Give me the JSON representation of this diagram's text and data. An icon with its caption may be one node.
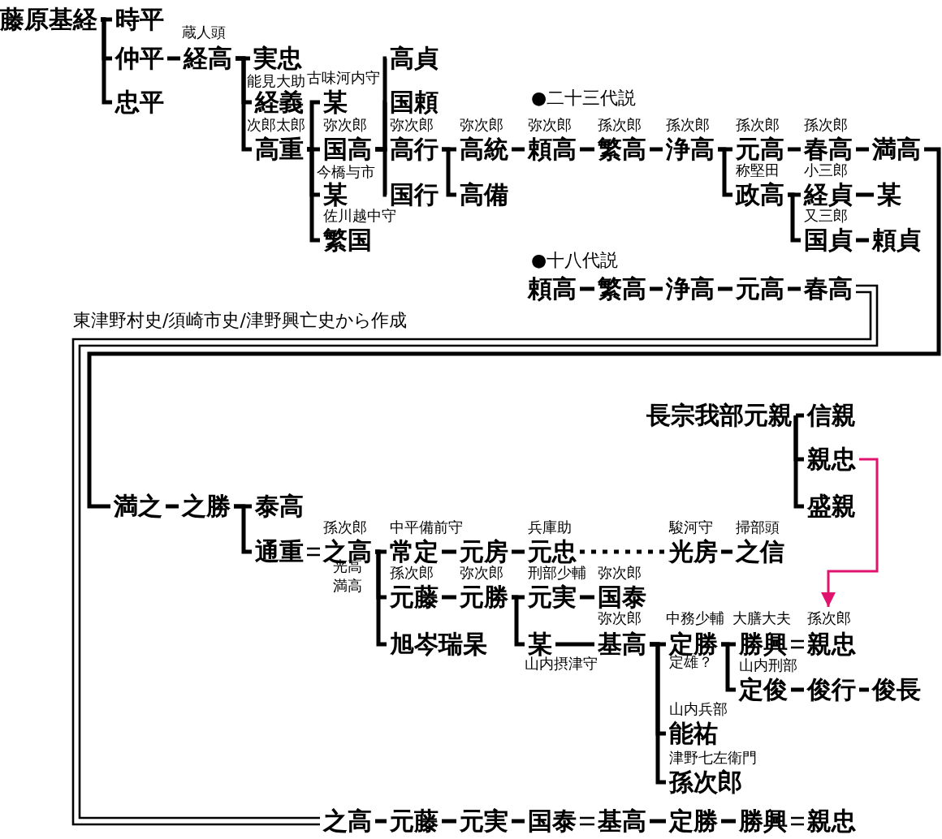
{
  "diagram": {
    "nodes": [
      {
        "text": [
          "藤原基経"
        ]
      },
      {
        "text": [
          "時平"
        ]
      },
      {
        "text": [
          "仲平"
        ]
      },
      {
        "text": [
          "忠平"
        ]
      },
      {
        "text": [
          "経高"
        ],
        "beside": [
          "蔵人頭"
        ]
      },
      {
        "text": [
          "実忠"
        ]
      },
      {
        "text": [
          "経義"
        ],
        "beside": [
          "能見大助"
        ]
      },
      {
        "text": [
          "高重"
        ],
        "beside": [
          "次郎太郎"
        ]
      },
      {
        "text": [
          "某"
        ],
        "beside": [
          "古味河内守"
        ]
      },
      {
        "text": [
          "国高"
        ],
        "beside": [
          "弥次郎"
        ]
      },
      {
        "text": [
          "某"
        ],
        "beside": [
          "今橋与市"
        ]
      },
      {
        "text": [
          "繁国"
        ],
        "beside": [
          "佐川越中守"
        ]
      },
      {
        "text": [
          "高貞"
        ]
      },
      {
        "text": [
          "国頼"
        ]
      },
      {
        "text": [
          "高行"
        ],
        "beside": [
          "弥次郎"
        ]
      },
      {
        "text": [
          "国行"
        ]
      },
      {
        "text": [
          "高統"
        ],
        "beside": [
          "弥次郎"
        ]
      },
      {
        "text": [
          "高備"
        ]
      },
      {
        "text": [
          "頼高"
        ],
        "beside": [
          "弥次郎"
        ]
      },
      {
        "text": [
          "繁高"
        ],
        "beside": [
          "孫次郎"
        ]
      },
      {
        "text": [
          "浄高"
        ],
        "beside": [
          "孫次郎"
        ]
      },
      {
        "text": [
          "元高"
        ],
        "beside": [
          "孫次郎"
        ]
      },
      {
        "text": [
          "春高"
        ],
        "beside": [
          "孫次郎"
        ]
      },
      {
        "text": [
          "満高"
        ]
      },
      {
        "text": [
          "政高"
        ],
        "beside": [
          "称堅田"
        ]
      },
      {
        "text": [
          "経貞"
        ],
        "beside": [
          "小三郎"
        ]
      },
      {
        "text": [
          "某"
        ]
      },
      {
        "text": [
          "国貞"
        ],
        "beside": [
          "又三郎"
        ]
      },
      {
        "text": [
          "頼貞"
        ]
      },
      {
        "text": [
          "頼高"
        ]
      },
      {
        "text": [
          "繁高"
        ]
      },
      {
        "text": [
          "浄高"
        ]
      },
      {
        "text": [
          "元高"
        ]
      },
      {
        "text": [
          "春高"
        ]
      },
      {
        "text": [
          "長宗我部元親"
        ]
      },
      {
        "text": [
          "信親"
        ]
      },
      {
        "text": [
          "親忠"
        ]
      },
      {
        "text": [
          "盛親"
        ]
      },
      {
        "text": [
          "満之"
        ]
      },
      {
        "text": [
          "之勝"
        ]
      },
      {
        "text": [
          "泰高"
        ]
      },
      {
        "text": [
          "通重"
        ]
      },
      {
        "text": [
          "之高"
        ],
        "beside": [
          "孫次郎",
          "光高",
          "満高"
        ]
      },
      {
        "text": [
          "常定"
        ],
        "beside": [
          "中平備前守"
        ]
      },
      {
        "text": [
          "元房"
        ]
      },
      {
        "text": [
          "元忠"
        ],
        "beside": [
          "兵庫助"
        ]
      },
      {
        "text": [
          "光房"
        ],
        "beside": [
          "駿河守"
        ]
      },
      {
        "text": [
          "之信"
        ],
        "beside": [
          "掃部頭"
        ]
      },
      {
        "text": [
          "元藤"
        ],
        "beside": [
          "孫次郎"
        ]
      },
      {
        "text": [
          "元勝"
        ],
        "beside": [
          "弥次郎"
        ]
      },
      {
        "text": [
          "元実"
        ],
        "beside": [
          "刑部少輔"
        ]
      },
      {
        "text": [
          "国泰"
        ],
        "beside": [
          "弥次郎"
        ]
      },
      {
        "text": [
          "旭岑瑞杲"
        ]
      },
      {
        "text": [
          "某"
        ],
        "beside": [
          "山内摂津守"
        ]
      },
      {
        "text": [
          "基高"
        ],
        "beside": [
          "弥次郎"
        ]
      },
      {
        "text": [
          "定勝"
        ],
        "beside": [
          "中務少輔",
          "定雄？"
        ]
      },
      {
        "text": [
          "勝興"
        ],
        "beside": [
          "大膳大夫"
        ]
      },
      {
        "text": [
          "親忠"
        ],
        "beside": [
          "孫次郎"
        ]
      },
      {
        "text": [
          "定俊"
        ],
        "beside": [
          "山内刑部"
        ]
      },
      {
        "text": [
          "俊行"
        ]
      },
      {
        "text": [
          "俊長"
        ]
      },
      {
        "text": [
          "能祐"
        ],
        "beside": [
          "山内兵部"
        ]
      },
      {
        "text": [
          "孫次郎"
        ],
        "beside": [
          "津野七左衛門"
        ]
      },
      {
        "text": [
          "之高"
        ]
      },
      {
        "text": [
          "元藤"
        ]
      },
      {
        "text": [
          "元実"
        ]
      },
      {
        "text": [
          "国泰"
        ]
      },
      {
        "text": [
          "基高"
        ]
      },
      {
        "text": [
          "定勝"
        ]
      },
      {
        "text": [
          "勝興"
        ]
      },
      {
        "text": [
          "親忠"
        ]
      }
    ],
    "edges": [
      {
        "from": 0,
        "to": 1,
        "arrow": "none"
      },
      {
        "from": 0,
        "to": 2,
        "arrow": "none"
      },
      {
        "from": 0,
        "to": 3,
        "arrow": "none"
      },
      {
        "from": 2,
        "to": 4,
        "arrow": "none"
      },
      {
        "from": 4,
        "to": 5,
        "arrow": "none"
      },
      {
        "from": 4,
        "to": 6,
        "arrow": "none"
      },
      {
        "from": 4,
        "to": 7,
        "arrow": "none"
      },
      {
        "from": 7,
        "to": 8,
        "arrow": "none"
      },
      {
        "from": 7,
        "to": 9,
        "arrow": "none"
      },
      {
        "from": 7,
        "to": 10,
        "arrow": "none"
      },
      {
        "from": 7,
        "to": 11,
        "arrow": "none"
      },
      {
        "from": 9,
        "to": 12,
        "arrow": "none"
      },
      {
        "from": 9,
        "to": 13,
        "arrow": "none"
      },
      {
        "from": 9,
        "to": 14,
        "arrow": "none"
      },
      {
        "from": 9,
        "to": 15,
        "arrow": "none"
      },
      {
        "from": 14,
        "to": 16,
        "arrow": "none"
      },
      {
        "from": 14,
        "to": 17,
        "arrow": "none"
      },
      {
        "from": 16,
        "to": 18,
        "arrow": "none"
      },
      {
        "from": 18,
        "to": 19,
        "arrow": "none"
      },
      {
        "from": 19,
        "to": 20,
        "arrow": "none"
      },
      {
        "from": 20,
        "to": 21,
        "arrow": "none"
      },
      {
        "from": 20,
        "to": 24,
        "arrow": "none"
      },
      {
        "from": 21,
        "to": 22,
        "arrow": "none"
      },
      {
        "from": 22,
        "to": 23,
        "arrow": "none"
      },
      {
        "from": 24,
        "to": 25,
        "arrow": "none"
      },
      {
        "from": 24,
        "to": 27,
        "arrow": "none"
      },
      {
        "from": 25,
        "to": 26,
        "arrow": "none"
      },
      {
        "from": 27,
        "to": 28,
        "arrow": "none"
      },
      {
        "from": 29,
        "to": 30,
        "arrow": "none"
      },
      {
        "from": 30,
        "to": 31,
        "arrow": "none"
      },
      {
        "from": 31,
        "to": 32,
        "arrow": "none"
      },
      {
        "from": 32,
        "to": 33,
        "arrow": "none"
      },
      {
        "from": 23,
        "to": 38,
        "arrow": "none"
      },
      {
        "from": 33,
        "to": 63,
        "arrow": "none"
      },
      {
        "from": 34,
        "to": 35,
        "arrow": "none"
      },
      {
        "from": 34,
        "to": 36,
        "arrow": "none"
      },
      {
        "from": 34,
        "to": 37,
        "arrow": "none"
      },
      {
        "from": 36,
        "to": 57,
        "arrow": "to",
        "color": "#e0146e"
      },
      {
        "from": 38,
        "to": 39,
        "arrow": "none"
      },
      {
        "from": 39,
        "to": 40,
        "arrow": "none"
      },
      {
        "from": 39,
        "to": 41,
        "arrow": "none"
      },
      {
        "from": 41,
        "to": 42,
        "arrow": "none"
      },
      {
        "from": 42,
        "to": 43,
        "arrow": "none"
      },
      {
        "from": 42,
        "to": 48,
        "arrow": "none"
      },
      {
        "from": 42,
        "to": 52,
        "arrow": "none"
      },
      {
        "from": 43,
        "to": 44,
        "arrow": "none"
      },
      {
        "from": 44,
        "to": 45,
        "arrow": "none"
      },
      {
        "from": 45,
        "to": 46,
        "arrow": "none",
        "style": "dashed"
      },
      {
        "from": 46,
        "to": 47,
        "arrow": "none"
      },
      {
        "from": 48,
        "to": 49,
        "arrow": "none"
      },
      {
        "from": 49,
        "to": 50,
        "arrow": "none"
      },
      {
        "from": 49,
        "to": 53,
        "arrow": "none"
      },
      {
        "from": 50,
        "to": 51,
        "arrow": "none"
      },
      {
        "from": 53,
        "to": 54,
        "arrow": "none"
      },
      {
        "from": 54,
        "to": 55,
        "arrow": "none"
      },
      {
        "from": 54,
        "to": 61,
        "arrow": "none"
      },
      {
        "from": 54,
        "to": 62,
        "arrow": "none"
      },
      {
        "from": 55,
        "to": 56,
        "arrow": "none"
      },
      {
        "from": 55,
        "to": 58,
        "arrow": "none"
      },
      {
        "from": 56,
        "to": 57,
        "arrow": "none"
      },
      {
        "from": 58,
        "to": 59,
        "arrow": "none"
      },
      {
        "from": 59,
        "to": 60,
        "arrow": "none"
      },
      {
        "from": 63,
        "to": 64,
        "arrow": "none"
      },
      {
        "from": 64,
        "to": 65,
        "arrow": "none"
      },
      {
        "from": 65,
        "to": 66,
        "arrow": "none"
      },
      {
        "from": 66,
        "to": 67,
        "arrow": "none"
      },
      {
        "from": 67,
        "to": 68,
        "arrow": "none"
      },
      {
        "from": 68,
        "to": 69,
        "arrow": "none"
      },
      {
        "from": 69,
        "to": 70,
        "arrow": "none"
      }
    ],
    "labels": [
      "●二十三代説",
      "●十八代説",
      "東津野村史/須崎市史/津野興亡史から作成"
    ]
  }
}
